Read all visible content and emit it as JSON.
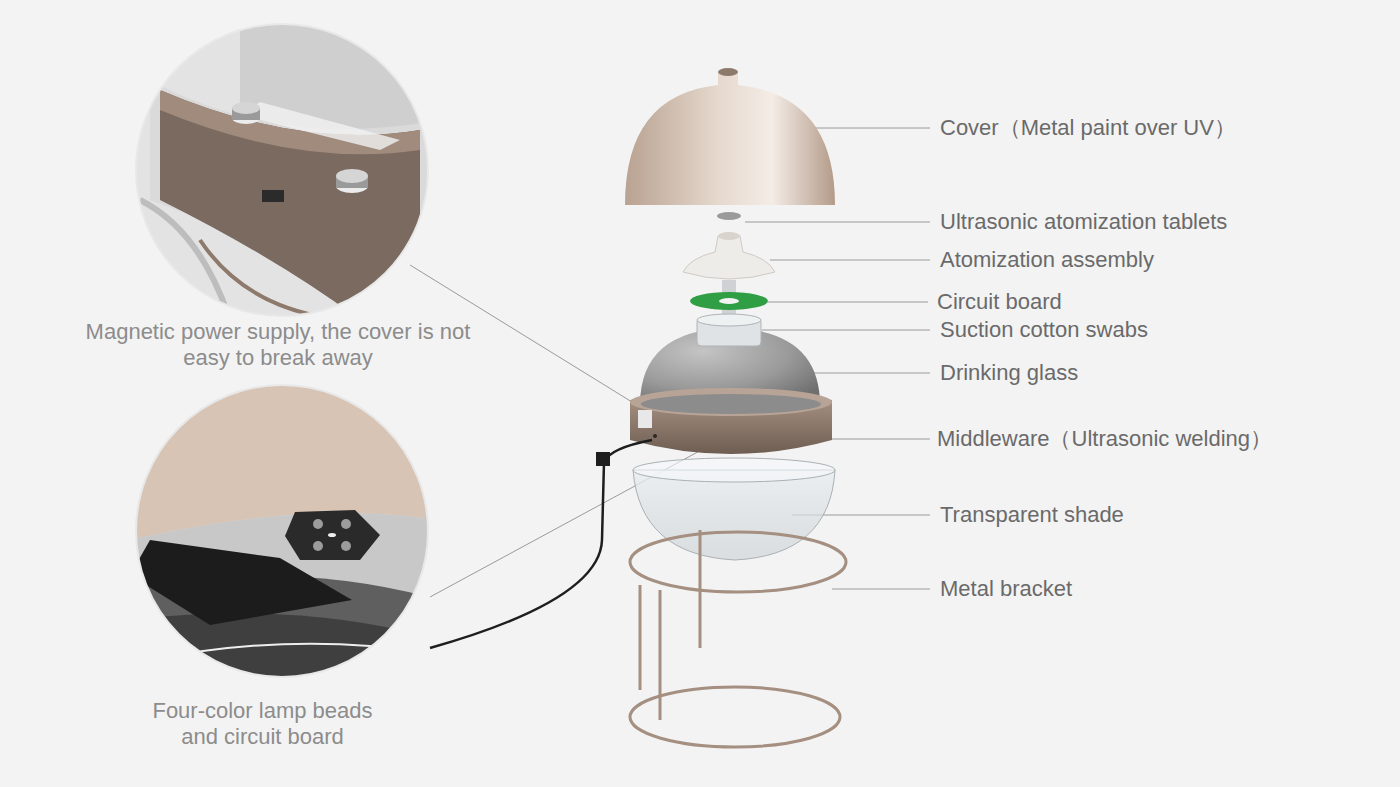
{
  "diagram": {
    "labels": [
      "Cover（Metal paint over UV）",
      "Ultrasonic atomization tablets",
      "Atomization assembly",
      "Circuit board",
      "Suction cotton swabs",
      "Drinking glass",
      "Middleware（Ultrasonic welding）",
      "Transparent shade",
      "Metal bracket",
      "Magnetic power supply, the cover is not easy to break away",
      "Four-color lamp beads and circuit board"
    ]
  }
}
